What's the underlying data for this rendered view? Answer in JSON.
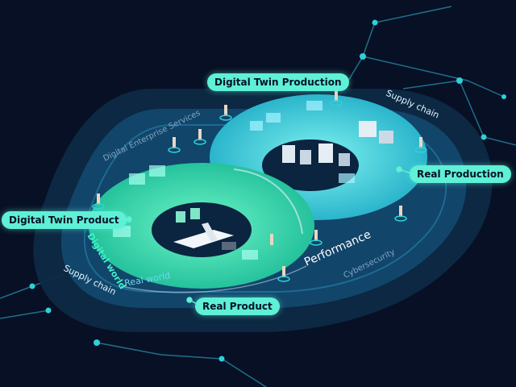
{
  "labels": {
    "digital_twin_production": "Digital Twin Production",
    "real_production": "Real Production",
    "digital_twin_product": "Digital Twin Product",
    "real_product": "Real Product",
    "digital_enterprise_services": "Digital Enterprise Services",
    "supply_chain_top": "Supply chain",
    "supply_chain_bottom": "Supply chain",
    "digital_world": "Digital world",
    "real_world": "Real world",
    "performance": "Performance",
    "cybersecurity": "Cybersecurity"
  },
  "colors": {
    "background": "#071024",
    "accent": "#5ff0d6",
    "outer_ring": "#0d2a45",
    "inner_ring": "#12456a",
    "production_loop": "#2fc8d8",
    "product_loop": "#2fe3b8",
    "network_line": "#1f6f8a"
  }
}
